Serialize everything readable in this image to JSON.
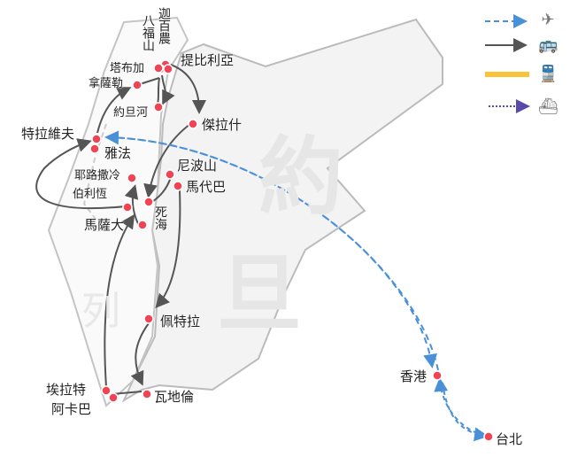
{
  "country_labels": {
    "jordan_1": "約",
    "jordan_2": "旦",
    "israel_partial": "列"
  },
  "places": [
    {
      "name": "迦百農"
    },
    {
      "name": "八福山"
    },
    {
      "name": "塔布加"
    },
    {
      "name": "提比利亞"
    },
    {
      "name": "拿薩勒"
    },
    {
      "name": "約旦河"
    },
    {
      "name": "傑拉什"
    },
    {
      "name": "特拉維夫"
    },
    {
      "name": "雅法"
    },
    {
      "name": "耶路撒冷"
    },
    {
      "name": "伯利恆"
    },
    {
      "name": "馬薩大"
    },
    {
      "name": "死海"
    },
    {
      "name": "尼波山"
    },
    {
      "name": "馬代巴"
    },
    {
      "name": "佩特拉"
    },
    {
      "name": "瓦地倫"
    },
    {
      "name": "埃拉特"
    },
    {
      "name": "阿卡巴"
    },
    {
      "name": "香港"
    },
    {
      "name": "台北"
    }
  ],
  "legend": [
    {
      "mode": "flight",
      "icon": "airplane-icon",
      "color": "#4a90d9"
    },
    {
      "mode": "bus",
      "icon": "bus-icon",
      "color": "#555555"
    },
    {
      "mode": "train",
      "icon": "train-icon",
      "color": "#fbc33a"
    },
    {
      "mode": "ship",
      "icon": "ship-icon",
      "color": "#6a5acd"
    }
  ],
  "colors": {
    "dot": "#f04455",
    "border": "#bbbbbb",
    "land": "#f2f2f2"
  }
}
